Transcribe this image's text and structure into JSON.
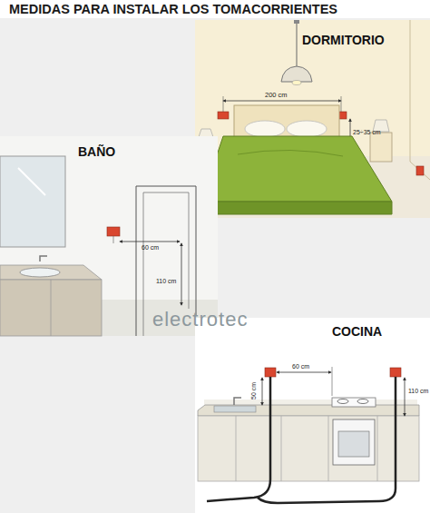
{
  "diagram": {
    "title": "MEDIDAS PARA INSTALAR LOS TOMACORRIENTES",
    "labels": [
      "DORMITORIO",
      "200 cm",
      "25÷35 cm",
      "BAÑO",
      "60 cm",
      "110 cm",
      "electrotec",
      "COCINA",
      "50 cm",
      "60 cm",
      "110 cm"
    ]
  }
}
